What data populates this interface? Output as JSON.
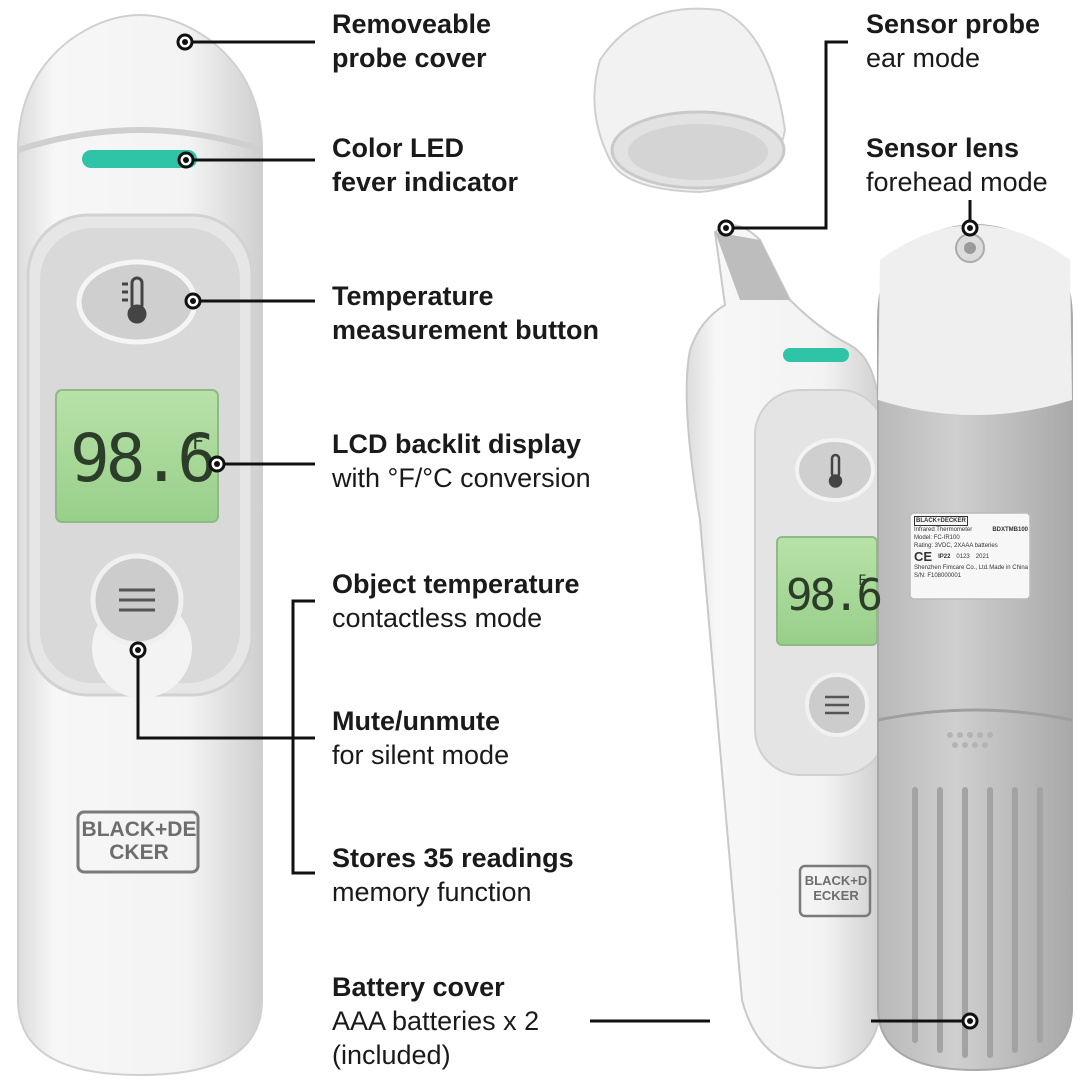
{
  "brand": "BLACK+DECKER",
  "display": {
    "reading": "98.6",
    "unit": "F"
  },
  "labels": {
    "probe_cover": {
      "title_line1": "Removeable",
      "title_line2": "probe cover"
    },
    "led": {
      "title_line1": "Color LED",
      "title_line2": "fever indicator"
    },
    "button": {
      "title_line1": "Temperature",
      "title_line2": "measurement button"
    },
    "lcd": {
      "title": "LCD backlit display",
      "desc": "with °F/°C conversion"
    },
    "object": {
      "title": "Object temperature",
      "desc": "contactless mode"
    },
    "mute": {
      "title": "Mute/unmute",
      "desc": "for silent mode"
    },
    "memory": {
      "title": "Stores 35 readings",
      "desc": "memory function"
    },
    "battery": {
      "title": "Battery cover",
      "desc_line1": "AAA batteries x 2",
      "desc_line2": "(included)"
    },
    "sensor_probe": {
      "title": "Sensor probe",
      "desc": "ear mode"
    },
    "sensor_lens": {
      "title": "Sensor lens",
      "desc": "forehead mode"
    }
  },
  "rating_label": {
    "brand": "BLACK+DECKER",
    "product": "Infrared Thermometer",
    "model_code": "BDXTMB100",
    "model": "Model: FC-IR100",
    "rating": "Rating: 3VDC, 2XAAA batteries",
    "ip": "IP22",
    "ce": "CE",
    "ce_num": "0123",
    "year": "2021",
    "maker": "Shenzhen Fimcare Co., Ltd.",
    "origin": "Made in China",
    "serial": "S/N: F108000001"
  },
  "colors": {
    "accent_teal": "#2fc4a7",
    "lcd_green": "#a9d89b",
    "body": "#f4f4f4",
    "grey": "#c9c9c9"
  },
  "icons": [
    "thermometer-icon",
    "menu-icon"
  ]
}
